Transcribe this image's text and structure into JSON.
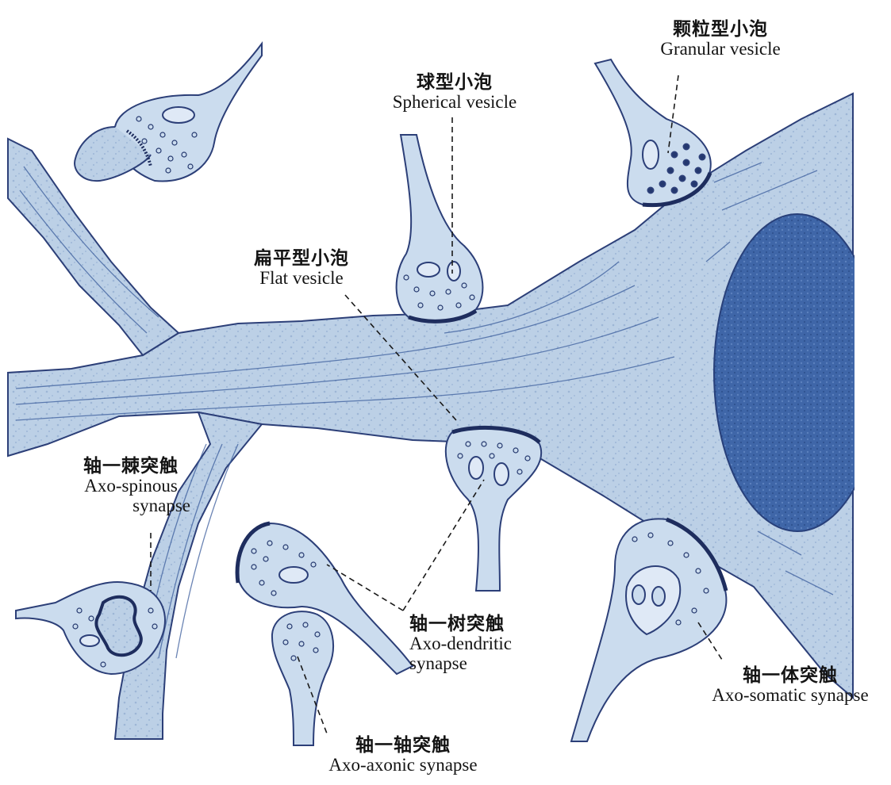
{
  "labels": {
    "granular": {
      "zh": "颗粒型小泡",
      "en": "Granular vesicle"
    },
    "spherical": {
      "zh": "球型小泡",
      "en": "Spherical vesicle"
    },
    "flat": {
      "zh": "扁平型小泡",
      "en": "Flat vesicle"
    },
    "axospinous": {
      "zh": "轴一棘突触",
      "en1": "Axo-spinous",
      "en2": "synapse"
    },
    "axodendritic": {
      "zh": "轴一树突触",
      "en1": "Axo-dendritic",
      "en2": "synapse"
    },
    "axosomatic": {
      "zh": "轴一体突触",
      "en": "Axo-somatic synapse"
    },
    "axoaxonic": {
      "zh": "轴一轴突触",
      "en": "Axo-axonic synapse"
    }
  },
  "colors": {
    "neuron_fill": "#bcd0e6",
    "terminal_fill": "#cbdcee",
    "outline": "#2c3f78",
    "nucleus": "#3d63a4",
    "vesicle": "#24386e",
    "leader_line": "#1a1a1a"
  }
}
